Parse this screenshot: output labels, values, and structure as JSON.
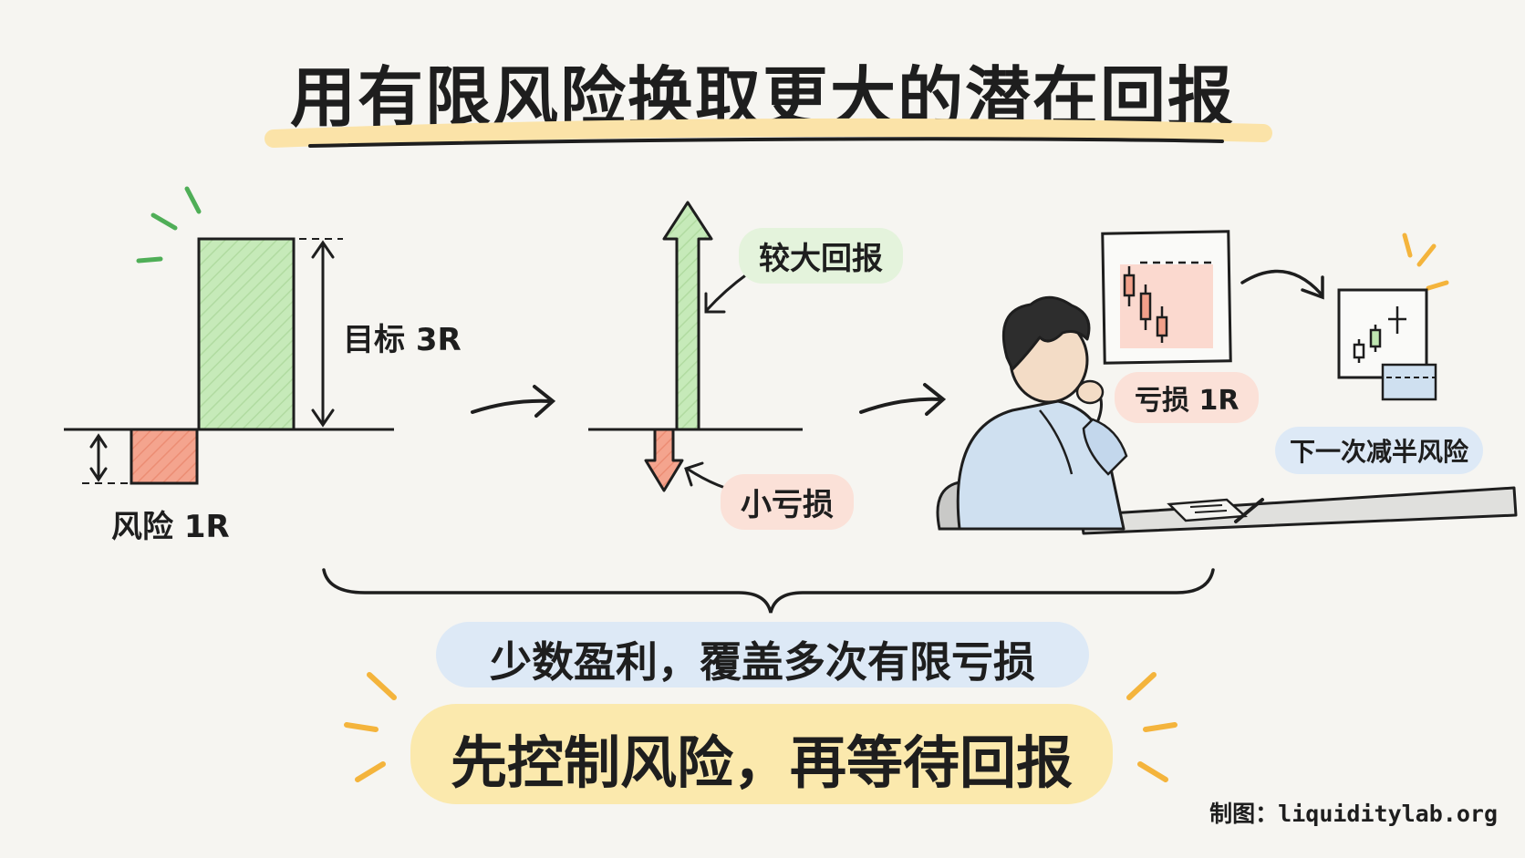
{
  "title": "用有限风险换取更大的潜在回报",
  "labels": {
    "target": "目标 3R",
    "risk": "风险 1R",
    "big_return": "较大回报",
    "small_loss": "小亏损",
    "loss_1r": "亏损 1R",
    "halve_risk": "下一次减半风险"
  },
  "summary": "少数盈利，覆盖多次有限亏损",
  "takeaway": "先控制风险，再等待回报",
  "credit": "制图：liquiditylab.org",
  "colors": {
    "gain_green": "#bfe6b1",
    "loss_red": "#f2a08a",
    "highlight_yellow": "#fbe7a6",
    "pill_green": "#e4f3dc",
    "pill_red": "#fbe1d8",
    "pill_blue": "#dde9f6",
    "accent_orange": "#f4b43c"
  },
  "icons": [
    "up-arrow-icon",
    "down-arrow-icon",
    "right-arrow-icon",
    "candlestick-chart-icon",
    "person-at-desk-illustration",
    "emphasis-rays-icon",
    "curly-brace-icon"
  ]
}
